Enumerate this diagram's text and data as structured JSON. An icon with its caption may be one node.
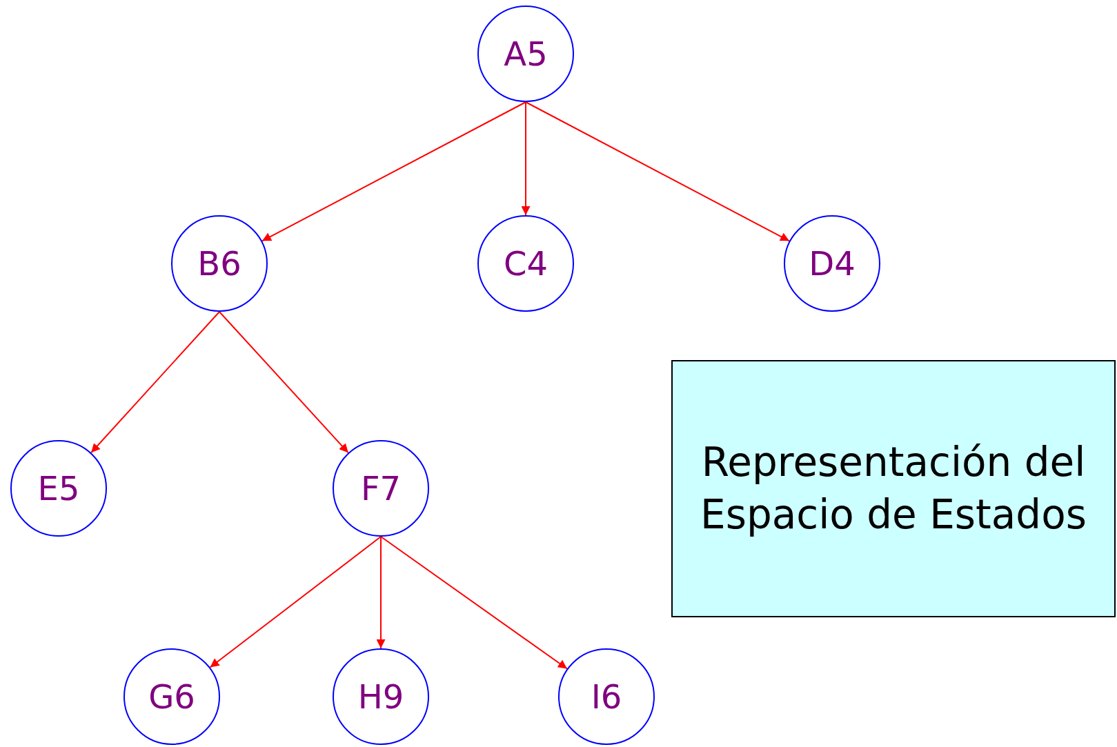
{
  "diagram": {
    "nodes": [
      {
        "text": [
          "A5"
        ]
      },
      {
        "text": [
          "B6"
        ]
      },
      {
        "text": [
          "C4"
        ]
      },
      {
        "text": [
          "D4"
        ]
      },
      {
        "text": [
          "E5"
        ]
      },
      {
        "text": [
          "F7"
        ]
      },
      {
        "text": [
          "G6"
        ]
      },
      {
        "text": [
          "H9"
        ]
      },
      {
        "text": [
          "I6"
        ]
      },
      {
        "text": [
          "Representación del Espacio de Estados"
        ]
      }
    ],
    "edges": [
      {
        "from": 0,
        "to": 1,
        "arrow": "to"
      },
      {
        "from": 0,
        "to": 2,
        "arrow": "to"
      },
      {
        "from": 0,
        "to": 3,
        "arrow": "to"
      },
      {
        "from": 1,
        "to": 4,
        "arrow": "to"
      },
      {
        "from": 1,
        "to": 5,
        "arrow": "to"
      },
      {
        "from": 5,
        "to": 6,
        "arrow": "to"
      },
      {
        "from": 5,
        "to": 7,
        "arrow": "to"
      },
      {
        "from": 5,
        "to": 8,
        "arrow": "to"
      }
    ]
  }
}
